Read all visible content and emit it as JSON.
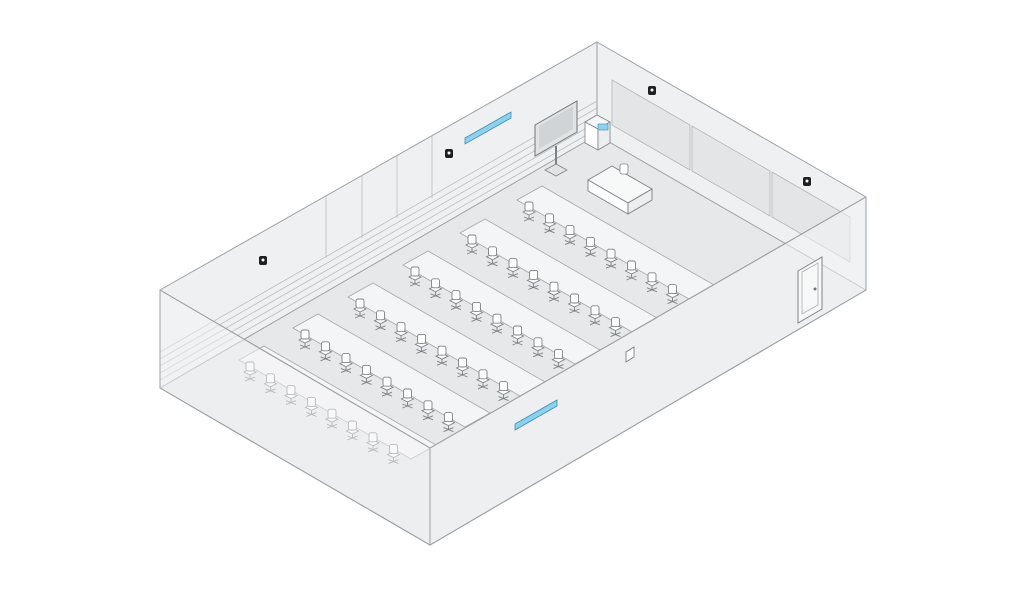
{
  "diagram": {
    "kind": "isometric classroom layout",
    "colors": {
      "background": "#ffffff",
      "floor": "#e6e8e9",
      "back_wall": "#eff0f1",
      "glass_wall": "#f3f4f5",
      "edge": "#9aa1a6",
      "camera_bar": "#8fd0ec",
      "camera_bar_stroke": "#3a8fb8",
      "device": "#1d1f20"
    },
    "rows": [
      {
        "rowIndex": 0,
        "seats": 8
      },
      {
        "rowIndex": 1,
        "seats": 8
      },
      {
        "rowIndex": 2,
        "seats": 8
      },
      {
        "rowIndex": 3,
        "seats": 8
      },
      {
        "rowIndex": 4,
        "seats": 8
      },
      {
        "rowIndex": 5,
        "seats": 8
      }
    ],
    "elements": [
      {
        "name": "camera-bar-back",
        "icon": "camera-bar-icon"
      },
      {
        "name": "camera-bar-front",
        "icon": "camera-bar-icon"
      },
      {
        "name": "wall-display",
        "icon": "display-screen-icon"
      },
      {
        "name": "instructor-desk",
        "icon": "desk-icon"
      },
      {
        "name": "equipment-cart",
        "icon": "cart-icon"
      },
      {
        "name": "ceiling-speaker-1",
        "icon": "speaker-icon"
      },
      {
        "name": "ceiling-speaker-2",
        "icon": "speaker-icon"
      },
      {
        "name": "ceiling-speaker-3",
        "icon": "speaker-icon"
      },
      {
        "name": "ceiling-speaker-4",
        "icon": "speaker-icon"
      },
      {
        "name": "door",
        "icon": "door-icon"
      },
      {
        "name": "wall-control-panel",
        "icon": "control-panel-icon"
      }
    ]
  }
}
